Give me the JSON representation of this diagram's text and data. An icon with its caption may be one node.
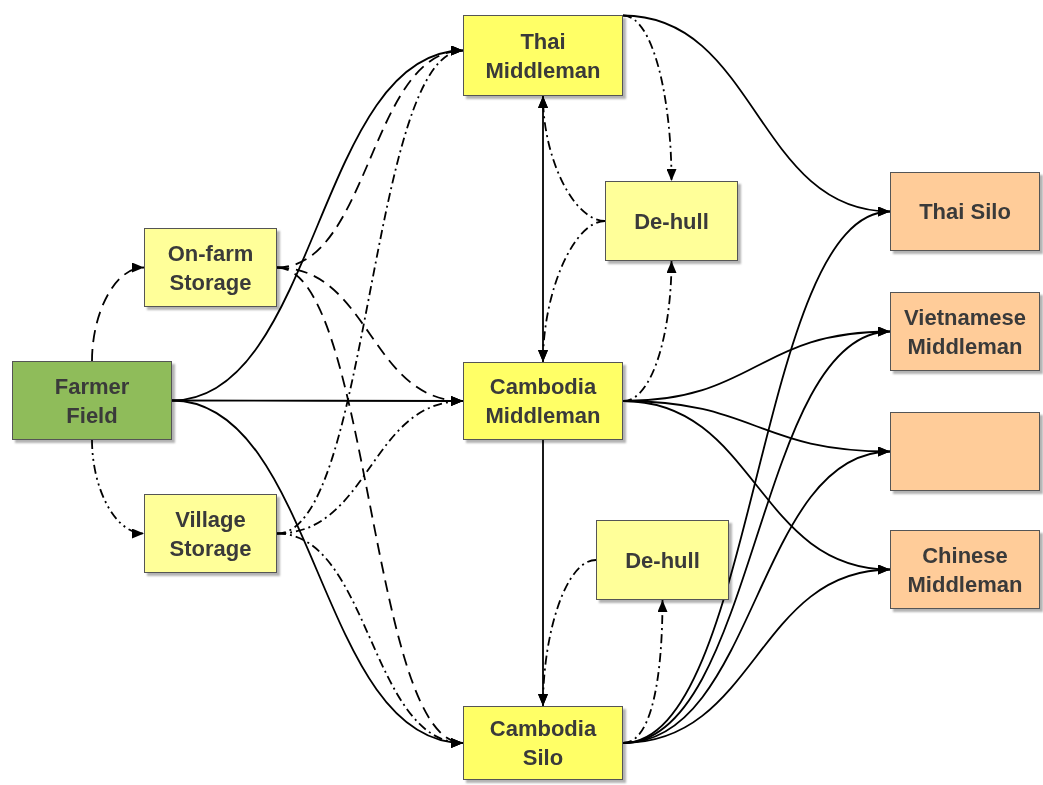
{
  "diagram": {
    "nodes": [
      {
        "text": [
          "Farmer Field"
        ]
      },
      {
        "text": [
          "On-farm Storage"
        ]
      },
      {
        "text": [
          "Village Storage"
        ]
      },
      {
        "text": [
          "Thai Middleman"
        ]
      },
      {
        "text": [
          "De-hull"
        ]
      },
      {
        "text": [
          "Cambodia Middleman"
        ]
      },
      {
        "text": [
          "De-hull"
        ]
      },
      {
        "text": [
          "Cambodia Silo"
        ]
      },
      {
        "text": [
          "Thai Silo"
        ]
      },
      {
        "text": [
          "Vietnamese Middleman"
        ]
      },
      {
        "text": [],
        "shape": "box"
      },
      {
        "text": [
          "Chinese Middleman"
        ]
      }
    ],
    "edges": [
      {
        "from": 0,
        "to": 1,
        "arrow": "to",
        "style": "dashed"
      },
      {
        "from": 0,
        "to": 2,
        "arrow": "to",
        "style": "dashed"
      },
      {
        "from": 0,
        "to": 3,
        "arrow": "to"
      },
      {
        "from": 0,
        "to": 5,
        "arrow": "to"
      },
      {
        "from": 0,
        "to": 7,
        "arrow": "to"
      },
      {
        "from": 1,
        "to": 3,
        "arrow": "to",
        "style": "dashed"
      },
      {
        "from": 1,
        "to": 5,
        "arrow": "to",
        "style": "dashed"
      },
      {
        "from": 1,
        "to": 7,
        "arrow": "to",
        "style": "dashed"
      },
      {
        "from": 2,
        "to": 3,
        "arrow": "to",
        "style": "dashed"
      },
      {
        "from": 2,
        "to": 5,
        "arrow": "to",
        "style": "dashed"
      },
      {
        "from": 2,
        "to": 7,
        "arrow": "to",
        "style": "dashed"
      },
      {
        "from": 3,
        "to": 5,
        "arrow": "both"
      },
      {
        "from": 3,
        "to": 4,
        "arrow": "to",
        "style": "dashed"
      },
      {
        "from": 4,
        "to": 3,
        "arrow": "to",
        "style": "dashed"
      },
      {
        "from": 4,
        "to": 5,
        "arrow": "to",
        "style": "dashed"
      },
      {
        "from": 5,
        "to": 4,
        "arrow": "to",
        "style": "dashed"
      },
      {
        "from": 5,
        "to": 7,
        "arrow": "to"
      },
      {
        "from": 6,
        "to": 7,
        "arrow": "to",
        "style": "dashed"
      },
      {
        "from": 7,
        "to": 6,
        "arrow": "to",
        "style": "dashed"
      },
      {
        "from": 3,
        "to": 8,
        "arrow": "to"
      },
      {
        "from": 5,
        "to": 9,
        "arrow": "to"
      },
      {
        "from": 5,
        "to": 10,
        "arrow": "to"
      },
      {
        "from": 5,
        "to": 11,
        "arrow": "to"
      },
      {
        "from": 7,
        "to": 8,
        "arrow": "to"
      },
      {
        "from": 7,
        "to": 9,
        "arrow": "to"
      },
      {
        "from": 7,
        "to": 10,
        "arrow": "to"
      },
      {
        "from": 7,
        "to": 11,
        "arrow": "to"
      }
    ]
  }
}
